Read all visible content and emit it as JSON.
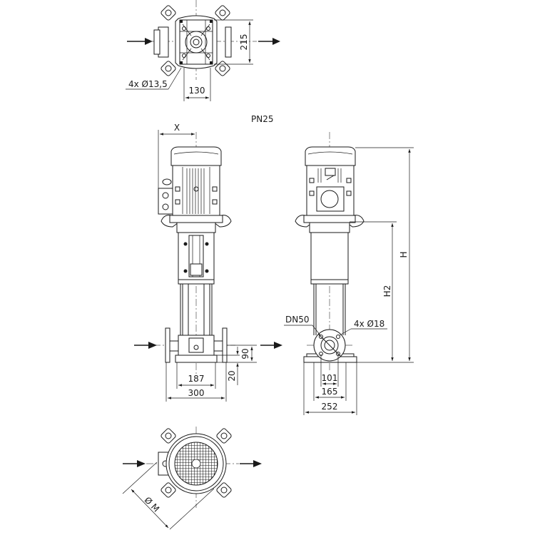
{
  "drawing": {
    "pressure_rating": "PN25",
    "views": {
      "top_view": {
        "hole_callout": "4x Ø13,5",
        "dim_width": "130",
        "dim_height": "215"
      },
      "front_view": {
        "dim_x": "X",
        "dim_inner_base": "187",
        "dim_flange_to_flange": "300",
        "dim_axis_height": "90",
        "dim_base_height": "20"
      },
      "side_view": {
        "flange_label": "DN50",
        "flange_holes": "4x Ø18",
        "dim_total_height": "H",
        "dim_h2": "H2",
        "dim_bolt_circle": "101",
        "dim_base_inner": "165",
        "dim_base_outer": "252"
      },
      "bottom_view": {
        "dim_diameter": "Ø M"
      }
    },
    "colors": {
      "line": "#1a1a1a",
      "background": "#ffffff"
    }
  }
}
